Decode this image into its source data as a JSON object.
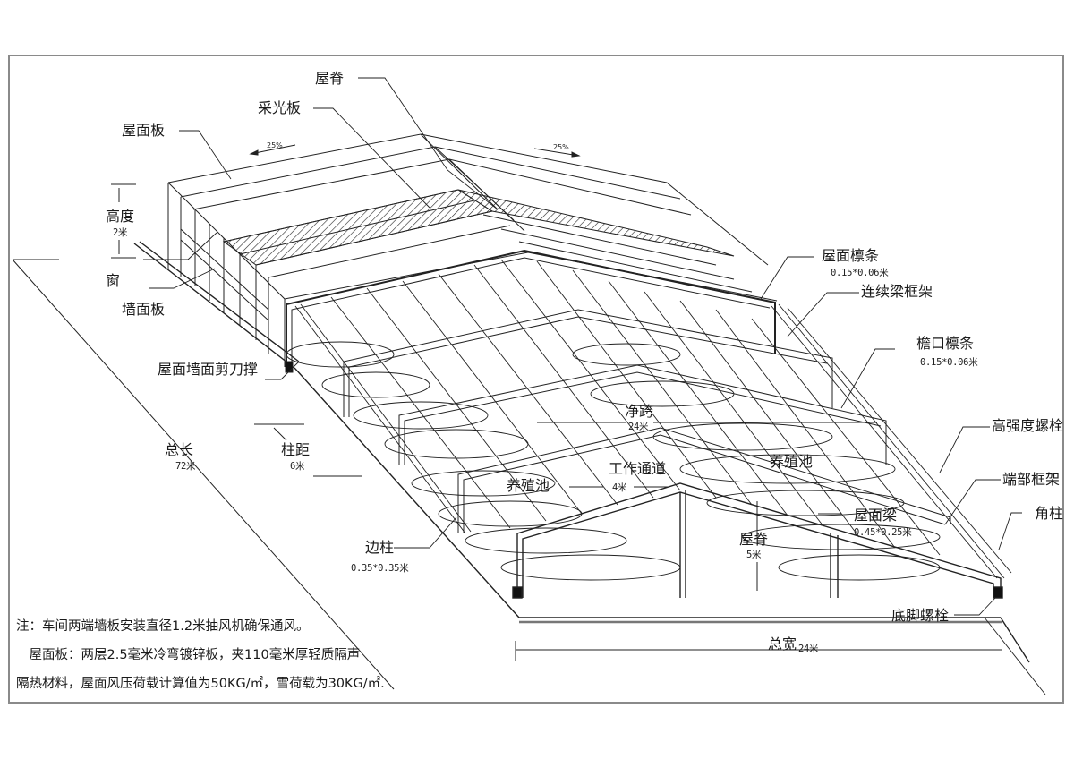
{
  "diagram": {
    "title_labels": {
      "roof_ridge": "屋脊",
      "skylight_panel": "采光板",
      "roof_panel": "屋面板",
      "height": "高度",
      "height_value": "2米",
      "window": "窗",
      "wall_panel": "墙面板",
      "roof_wall_scissor_brace": "屋面墙面剪刀撑",
      "total_length": "总长",
      "total_length_value": "72米",
      "column_spacing": "柱距",
      "column_spacing_value": "6米",
      "side_column": "边柱",
      "side_column_value": "0.35*0.35米",
      "roof_purlin": "屋面檩条",
      "roof_purlin_value": "0.15*0.06米",
      "continuous_beam_frame": "连续梁框架",
      "eave_purlin": "檐口檩条",
      "eave_purlin_value": "0.15*0.06米",
      "high_strength_bolt": "高强度螺栓",
      "end_frame": "端部框架",
      "corner_column": "角柱",
      "clear_span": "净跨",
      "clear_span_value": "24米",
      "work_aisle": "工作通道",
      "work_aisle_value": "4米",
      "breeding_pool_left": "养殖池",
      "breeding_pool_right": "养殖池",
      "roof_beam": "屋面梁",
      "roof_beam_value": "0.45*0.25米",
      "ridge_height": "屋脊",
      "ridge_height_value": "5米",
      "anchor_bolt": "底脚螺栓",
      "total_width": "总宽",
      "total_width_value": "24米",
      "slope_left": "25%",
      "slope_right": "25%"
    },
    "notes": [
      "注：车间两端墙板安装直径1.2米抽风机确保通风。",
      "　屋面板：两层2.5毫米冷弯镀锌板，夹110毫米厚轻质隔声",
      "隔热材料，屋面风压荷载计算值为50KG/㎡，雪荷载为30KG/㎡."
    ]
  }
}
